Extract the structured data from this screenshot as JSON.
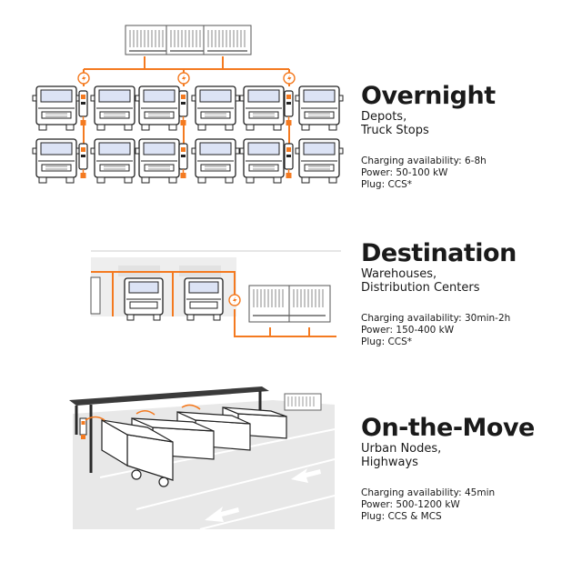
{
  "accent_color": "#f47a20",
  "sections": [
    {
      "id": "overnight",
      "title": "Overnight",
      "subtitle": "Depots,\nTruck Stops",
      "availability": "Charging availability: 6-8h",
      "power": "Power: 50-100 kW",
      "plug": "Plug: CCS*"
    },
    {
      "id": "destination",
      "title": "Destination",
      "subtitle": "Warehouses,\nDistribution Centers",
      "availability": "Charging availability: 30min-2h",
      "power": "Power: 150-400 kW",
      "plug": "Plug: CCS*"
    },
    {
      "id": "on-the-move",
      "title": "On-the-Move",
      "subtitle": "Urban Nodes,\nHighways",
      "availability": "Charging availability: 45min",
      "power": "Power: 500-1200 kW",
      "plug": "Plug: CCS & MCS"
    }
  ],
  "icons": [
    "truck-icon",
    "charger-icon",
    "battery-cabinet-icon",
    "lightning-icon",
    "carport-canopy-icon",
    "road-arrow-icon"
  ]
}
